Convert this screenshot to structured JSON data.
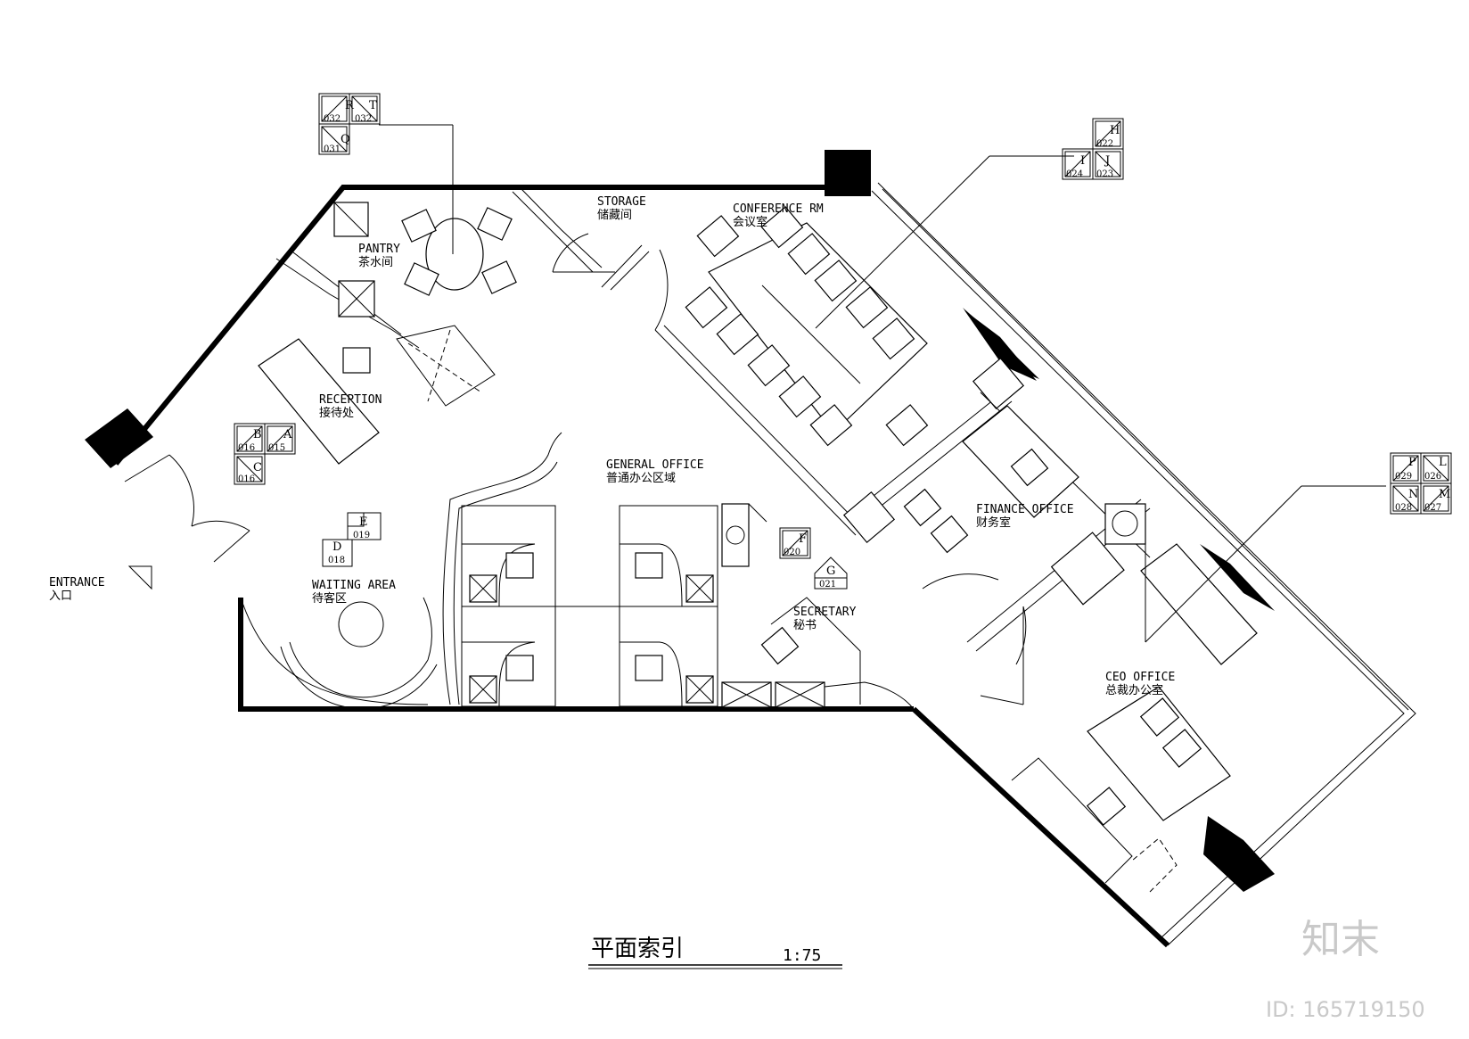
{
  "title": "平面索引",
  "scale": "1:75",
  "watermark": {
    "logo": "知末",
    "id": "ID: 165719150"
  },
  "rooms": {
    "storage": {
      "en": "STORAGE",
      "cn": "储藏间"
    },
    "conference": {
      "en": "CONFERENCE RM",
      "cn": "会议室"
    },
    "pantry": {
      "en": "PANTRY",
      "cn": "茶水间"
    },
    "reception": {
      "en": "RECEPTION",
      "cn": "接待处"
    },
    "general_office": {
      "en": "GENERAL OFFICE",
      "cn": "普通办公区域"
    },
    "finance": {
      "en": "FINANCE OFFICE",
      "cn": "财务室"
    },
    "entrance": {
      "en": "ENTRANCE",
      "cn": "入口"
    },
    "waiting": {
      "en": "WAITING AREA",
      "cn": "待客区"
    },
    "secretary": {
      "en": "SECRETARY",
      "cn": "秘书"
    },
    "ceo": {
      "en": "CEO OFFICE",
      "cn": "总裁办公室"
    }
  },
  "index_markers": {
    "top_left": [
      {
        "letter": "R",
        "num": "032"
      },
      {
        "letter": "T",
        "num": "032"
      },
      {
        "letter": "Q",
        "num": "031"
      }
    ],
    "top_right": [
      {
        "letter": "H",
        "num": "022"
      },
      {
        "letter": "I",
        "num": "024"
      },
      {
        "letter": "J",
        "num": "023"
      }
    ],
    "reception": [
      {
        "letter": "B",
        "num": "016"
      },
      {
        "letter": "A",
        "num": "015"
      },
      {
        "letter": "C",
        "num": "016"
      }
    ],
    "waiting": [
      {
        "letter": "E",
        "num": "019"
      },
      {
        "letter": "D",
        "num": "018"
      }
    ],
    "office_f": {
      "letter": "F",
      "num": "020"
    },
    "secretary_g": {
      "letter": "G",
      "num": "021"
    },
    "ceo": [
      {
        "letter": "P",
        "num": "029"
      },
      {
        "letter": "L",
        "num": "026"
      },
      {
        "letter": "N",
        "num": "028"
      },
      {
        "letter": "M",
        "num": "027"
      }
    ]
  }
}
